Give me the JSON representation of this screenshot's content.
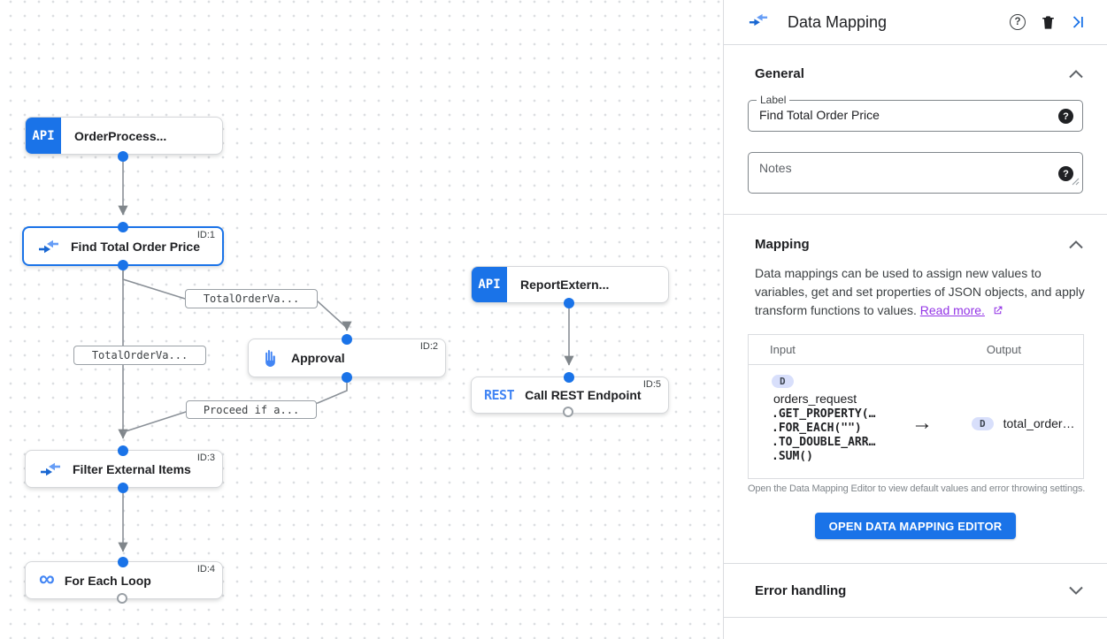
{
  "colors": {
    "accent": "#1a73e8",
    "rest_blue": "#4285f4",
    "link_purple": "#9334e6",
    "edge_gray": "#80868b"
  },
  "canvas": {
    "nodes": [
      {
        "label": "OrderProcess...",
        "badge": "API"
      },
      {
        "label": "Find Total Order Price",
        "id_tag": "ID:1",
        "icon": "data-mapping-icon"
      },
      {
        "label": "ReportExtern...",
        "badge": "API"
      },
      {
        "label": "Approval",
        "id_tag": "ID:2",
        "icon": "hand-icon"
      },
      {
        "label": "Call REST Endpoint",
        "badge": "REST",
        "id_tag": "ID:5"
      },
      {
        "label": "Filter External Items",
        "id_tag": "ID:3",
        "icon": "data-mapping-icon"
      },
      {
        "label": "For Each Loop",
        "id_tag": "ID:4",
        "icon": "infinity-icon"
      }
    ],
    "edge_labels": [
      {
        "text": "TotalOrderVa..."
      },
      {
        "text": "TotalOrderVa..."
      },
      {
        "text": "Proceed if a..."
      }
    ]
  },
  "panel": {
    "title": "Data Mapping",
    "general": {
      "heading": "General",
      "label_field": {
        "label": "Label",
        "value": "Find Total Order Price",
        "help": "?"
      },
      "notes_field": {
        "placeholder": "Notes",
        "help": "?"
      }
    },
    "mapping": {
      "heading": "Mapping",
      "description": "Data mappings can be used to assign new values to variables, get and set properties of JSON objects, and apply transform functions to values. ",
      "read_more": "Read more.",
      "table": {
        "input_header": "Input",
        "output_header": "Output",
        "input": {
          "badge": "D",
          "variable": "orders_request",
          "lines": [
            ".GET_PROPERTY(…",
            ".FOR_EACH(\"\")",
            ".TO_DOUBLE_ARR…",
            ".SUM()"
          ]
        },
        "arrow": "→",
        "output": {
          "badge": "D",
          "variable": "total_order…"
        }
      },
      "footnote": "Open the Data Mapping Editor to view default values and error throwing settings.",
      "button": "OPEN DATA MAPPING EDITOR"
    },
    "error_handling": {
      "heading": "Error handling"
    }
  }
}
